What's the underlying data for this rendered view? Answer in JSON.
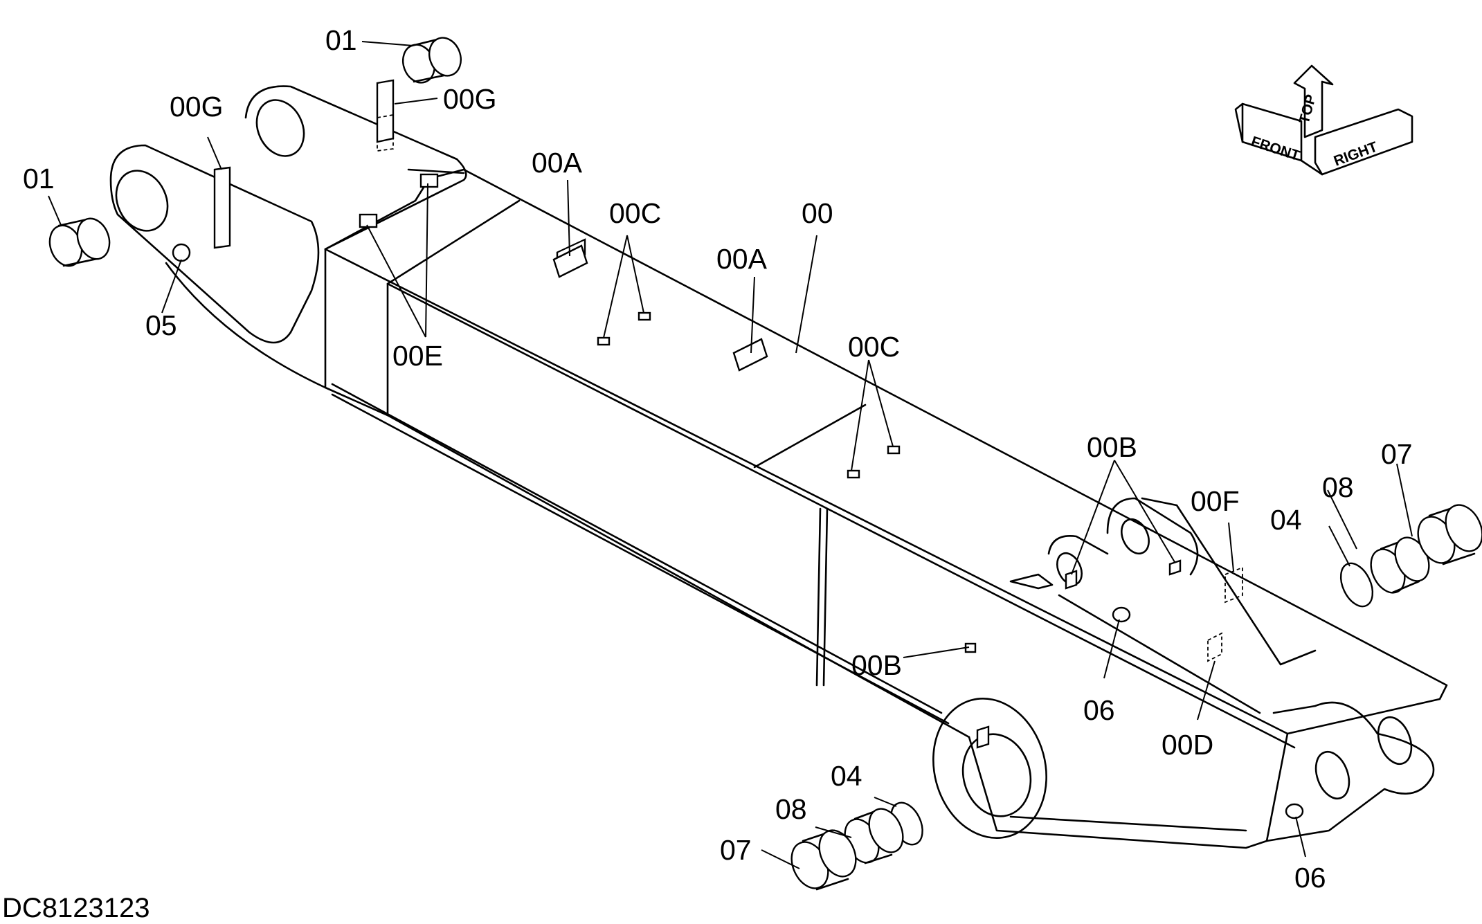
{
  "drawing": {
    "id": "DC8123123",
    "orientation": {
      "front": "FRONT",
      "top": "TOP",
      "right": "RIGHT"
    }
  },
  "callouts": [
    {
      "label": "00"
    },
    {
      "label": "00A"
    },
    {
      "label": "00A"
    },
    {
      "label": "00B"
    },
    {
      "label": "00B"
    },
    {
      "label": "00C"
    },
    {
      "label": "00C"
    },
    {
      "label": "00D"
    },
    {
      "label": "00E"
    },
    {
      "label": "00F"
    },
    {
      "label": "00G"
    },
    {
      "label": "00G"
    },
    {
      "label": "01"
    },
    {
      "label": "01"
    },
    {
      "label": "04"
    },
    {
      "label": "04"
    },
    {
      "label": "05"
    },
    {
      "label": "06"
    },
    {
      "label": "06"
    },
    {
      "label": "07"
    },
    {
      "label": "07"
    },
    {
      "label": "08"
    },
    {
      "label": "08"
    }
  ]
}
